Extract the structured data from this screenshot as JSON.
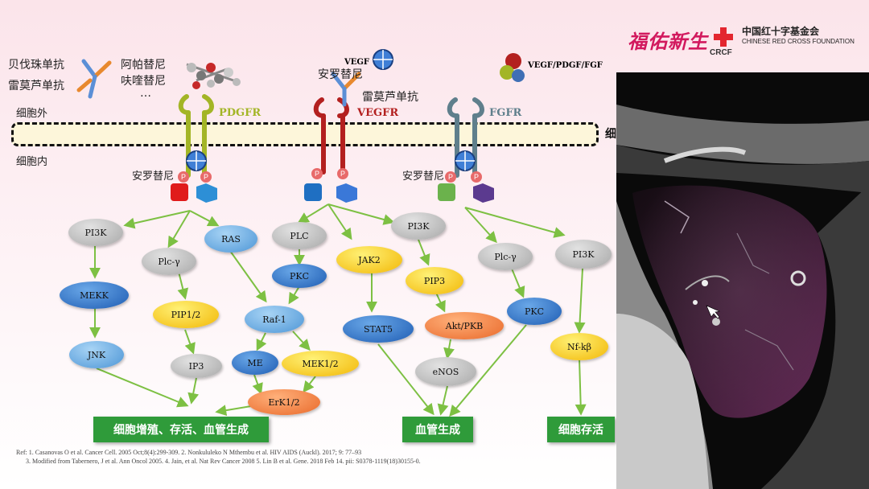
{
  "logo": {
    "brand_cn": "福佑新生",
    "redcross_abbr": "CRCF",
    "redcross_cn": "中国红十字基金会",
    "redcross_en": "CHINESE RED CROSS FOUNDATION"
  },
  "diagram": {
    "membrane": {
      "outside": "细胞外",
      "inside": "细胞内",
      "cut_char": "细"
    },
    "drugs": {
      "antibody_1": "贝伐珠单抗",
      "antibody_2": "雷莫芦单抗",
      "tki_1": "阿帕替尼",
      "tki_2": "呋喹替尼",
      "ellipsis": "…",
      "vegf_small": "VEGF",
      "anlotinib_top": "安罗替尼",
      "ramucirumab_mid": "雷莫芦单抗",
      "anlotinib_left": "安罗替尼",
      "anlotinib_right": "安罗替尼",
      "ligands": "VEGF/PDGF/FGF"
    },
    "receptors": {
      "pdgfr": "PDGFR",
      "vegfr": "VEGFR",
      "fgfr": "FGFR",
      "p": "P"
    },
    "nodes": {
      "pi3k_1": [
        "PI3",
        "K"
      ],
      "plcg_1": [
        "Plc-",
        "γ"
      ],
      "ras": [
        "RA",
        "S"
      ],
      "plc": [
        "PL",
        "C"
      ],
      "pi3k_2": [
        "PI3",
        "K"
      ],
      "plcg_2": [
        "Plc-",
        "γ"
      ],
      "pi3k_3": [
        "PI3",
        "K"
      ],
      "mek": [
        "MEK",
        "K"
      ],
      "pip12": [
        "PIP1/",
        "2"
      ],
      "pkc_1": [
        "PK",
        "C"
      ],
      "jak2": [
        "JAK",
        "2"
      ],
      "pip3": [
        "PIP",
        "3"
      ],
      "pkc_2": [
        "PK",
        "C"
      ],
      "raf1": [
        "Raf-",
        "1"
      ],
      "stat5": [
        "STAT",
        "5"
      ],
      "aktpkb": [
        "Akt/PK",
        "B"
      ],
      "nfkb": [
        "Nf-",
        "kβ"
      ],
      "jnk": [
        "JN",
        "K"
      ],
      "me": [
        "M",
        "E"
      ],
      "mek12": [
        "MEK1/",
        "2"
      ],
      "ip3": [
        "IP3"
      ],
      "enos": [
        "eNO",
        "S"
      ],
      "erk12": [
        "ErK1/",
        "2"
      ]
    },
    "outcomes": {
      "proliferation": "细胞增殖、存活、血管生成",
      "angiogenesis": "血管生成",
      "survival": "细胞存活"
    }
  },
  "references": {
    "line1": "Ref: 1. Casanovas O et al. Cancer Cell. 2005 Oct;8(4):299-309. 2. Nonkululeko N Mthembu et al. HIV AIDS (Auckl). 2017; 9: 77–93",
    "line2": "3. Modified from Tabernero, J et al. Ann Oncol 2005. 4. Jain, et al. Nat Rev Cancer 2008 5. Lin B et al. Gene. 2018 Feb 14. pii: S0378-1119(18)30155-0."
  },
  "colors": {
    "pdgfr": "#a3b526",
    "vegfr": "#b3201f",
    "fgfr": "#5f7f8c",
    "outcome_green": "#2f9b3a",
    "arrow_green": "#7dc043"
  }
}
